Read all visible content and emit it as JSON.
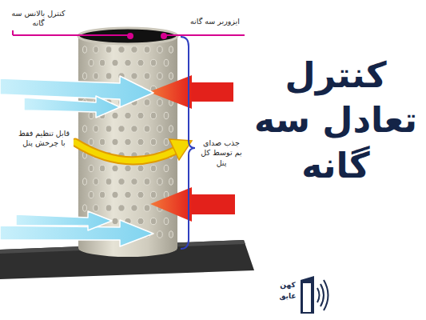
{
  "diagram": {
    "title": "کنترل تعادل سه گانه",
    "labels": [
      "کنترل بالانس سه گانه",
      "ایزوربر سه گانه",
      "قابل تنظیم فقط با چرخش پنل",
      "جذب صدای بم توسط کل پنل",
      "کهن عایق"
    ]
  }
}
